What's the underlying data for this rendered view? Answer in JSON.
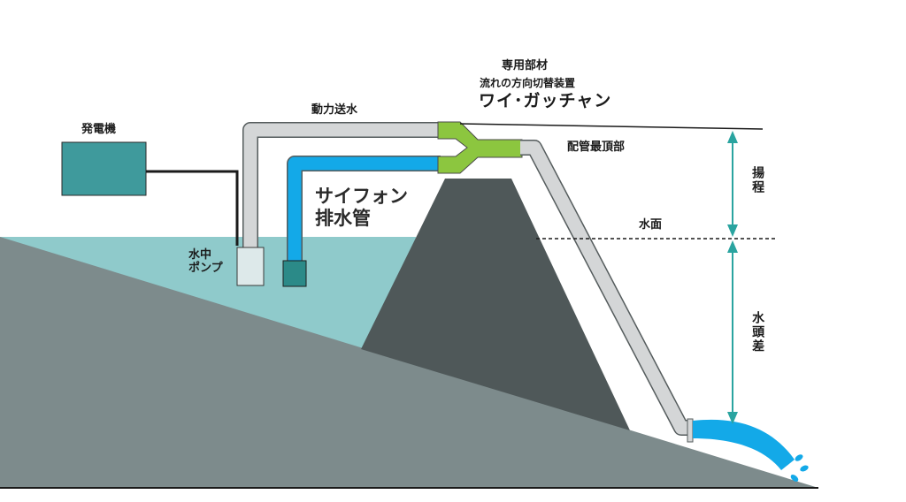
{
  "labels": {
    "generator": "発電機",
    "power_water": "動力送水",
    "special_part": "専用部材",
    "flow_switch": "流れの方向切替装置",
    "y_gatchan": "ワイ･ガッチャン",
    "pipe_top": "配管最頂部",
    "siphon_line1": "サイフォン",
    "siphon_line2": "排水管",
    "pump_line1": "水中",
    "pump_line2": "ポンプ",
    "water_surface": "水面",
    "lift": "揚程",
    "head": "水頭差"
  },
  "colors": {
    "water": "#8fcacb",
    "ground": "#7d8b8c",
    "dam": "#4f5859",
    "generator": "#3f9a9c",
    "power_pipe": "#d4d6d7",
    "siphon_pipe": "#13a9e8",
    "y_fitting": "#8cc63f",
    "arrow": "#2aa4a0",
    "pump": "#dde9ea",
    "siphon_pump": "#2b8a88"
  }
}
